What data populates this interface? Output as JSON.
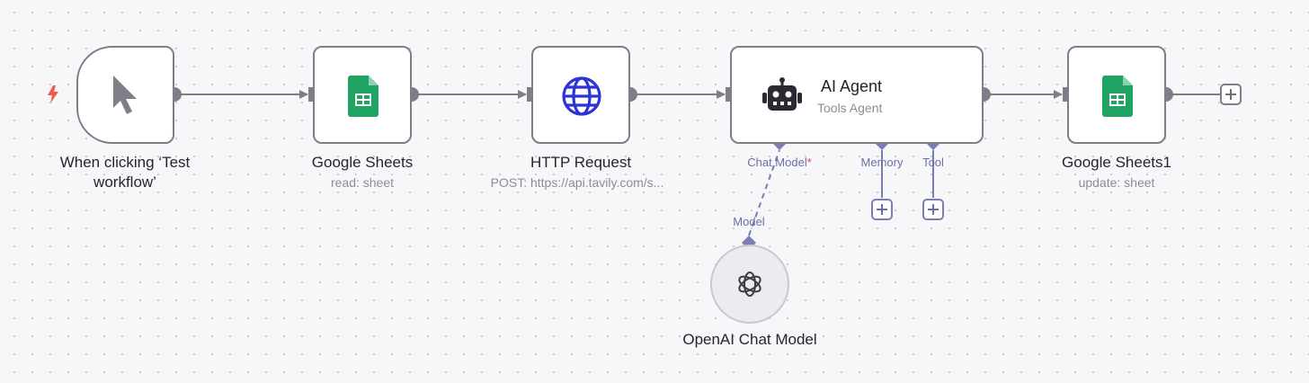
{
  "canvas": {
    "colors": {
      "background": "#f7f7fa",
      "node_border": "#7e7e89",
      "connection": "#7e7e89",
      "sub_connection": "#7a7eb0",
      "trigger_bolt": "#f05a4a",
      "sheets_green": "#20a464",
      "globe_blue": "#2d34d6",
      "required_marker": "#e3405a"
    }
  },
  "nodes": {
    "trigger": {
      "title": "When clicking ‘Test",
      "title_line2": "workflow’",
      "icon": "mouse-pointer-icon",
      "badge_icon": "lightning-bolt-icon"
    },
    "sheets_read": {
      "title": "Google Sheets",
      "subtitle": "read: sheet",
      "icon": "google-sheets-icon"
    },
    "http": {
      "title": "HTTP Request",
      "subtitle": "POST: https://api.tavily.com/s...",
      "icon": "globe-icon"
    },
    "agent": {
      "title": "AI Agent",
      "subtitle": "Tools Agent",
      "icon": "robot-icon",
      "ports": {
        "chat_model": "Chat Model",
        "required_marker": "*",
        "memory": "Memory",
        "tool": "Tool"
      }
    },
    "sheets_update": {
      "title": "Google Sheets1",
      "subtitle": "update: sheet",
      "icon": "google-sheets-icon"
    },
    "openai": {
      "title": "OpenAI Chat Model",
      "port_label": "Model",
      "icon": "openai-logo-icon"
    }
  }
}
